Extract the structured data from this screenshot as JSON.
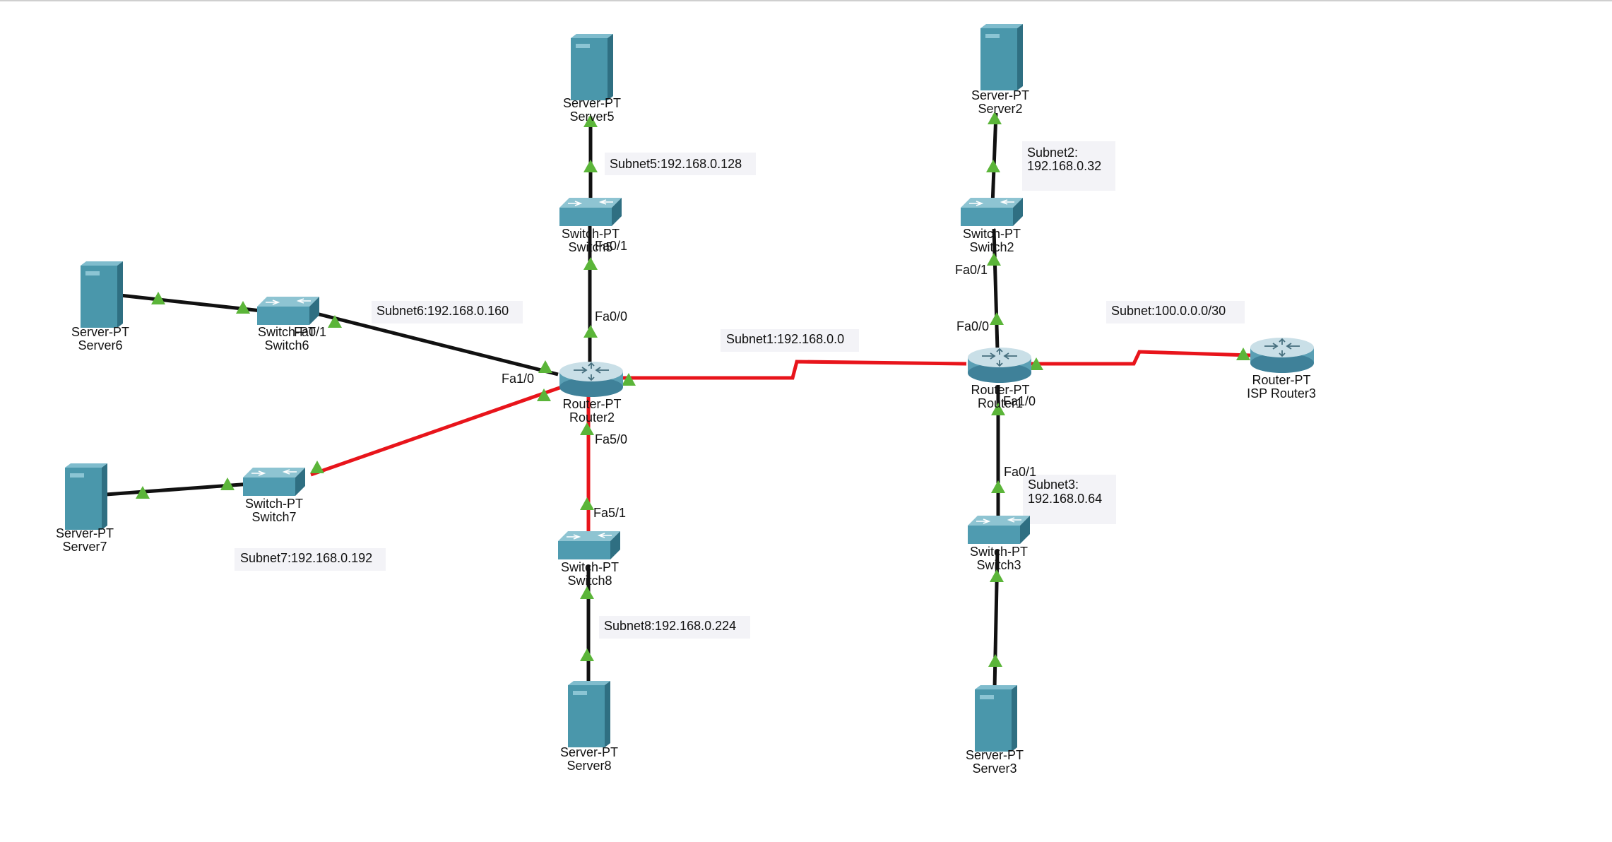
{
  "colors": {
    "link_up_black": "#111111",
    "link_red": "#e8141b",
    "status_green": "#5bb539",
    "server_teal": "#4a97ab",
    "device_teal": "#5aa3b8",
    "note_bg": "#f3f3f7"
  },
  "devices": {
    "server5": {
      "type": "Server-PT",
      "name": "Server5",
      "icon": "server-icon"
    },
    "server2": {
      "type": "Server-PT",
      "name": "Server2",
      "icon": "server-icon"
    },
    "server6": {
      "type": "Server-PT",
      "name": "Server6",
      "icon": "server-icon"
    },
    "server7": {
      "type": "Server-PT",
      "name": "Server7",
      "icon": "server-icon"
    },
    "server8": {
      "type": "Server-PT",
      "name": "Server8",
      "icon": "server-icon"
    },
    "server3": {
      "type": "Server-PT",
      "name": "Server3",
      "icon": "server-icon"
    },
    "switch5": {
      "type": "Switch-PT",
      "name": "Switch5",
      "icon": "switch-icon"
    },
    "switch2": {
      "type": "Switch-PT",
      "name": "Switch2",
      "icon": "switch-icon"
    },
    "switch6": {
      "type": "Switch-PT",
      "name": "Switch6",
      "icon": "switch-icon"
    },
    "switch7": {
      "type": "Switch-PT",
      "name": "Switch7",
      "icon": "switch-icon"
    },
    "switch8": {
      "type": "Switch-PT",
      "name": "Switch8",
      "icon": "switch-icon"
    },
    "switch3": {
      "type": "Switch-PT",
      "name": "Switch3",
      "icon": "switch-icon"
    },
    "router2": {
      "type": "Router-PT",
      "name": "Router2",
      "icon": "router-icon"
    },
    "router1": {
      "type": "Router-PT",
      "name": "Router1",
      "icon": "router-icon"
    },
    "router3": {
      "type": "Router-PT",
      "name": "ISP Router3",
      "icon": "router-icon"
    }
  },
  "notes": {
    "subnet5": "Subnet5:192.168.0.128",
    "subnet2_line1": "Subnet2:",
    "subnet2_line2": "192.168.0.32",
    "subnet6": "Subnet6:192.168.0.160",
    "subnet1": "Subnet1:192.168.0.0",
    "subnet_isp": "Subnet:100.0.0.0/30",
    "subnet3_line1": "Subnet3:",
    "subnet3_line2": "192.168.0.64",
    "subnet7": "Subnet7:192.168.0.192",
    "subnet8": "Subnet8:192.168.0.224"
  },
  "ports": {
    "sw5_fa01": "Fa0/1",
    "r2_fa00": "Fa0/0",
    "sw6_fa01": "Fa0/1",
    "r2_fa10": "Fa1/0",
    "r2_fa50": "Fa5/0",
    "sw8_fa51": "Fa5/1",
    "sw2_fa01": "Fa0/1",
    "r1_fa00": "Fa0/0",
    "r1_fa10": "Fa1/0",
    "sw3_fa01": "Fa0/1"
  }
}
